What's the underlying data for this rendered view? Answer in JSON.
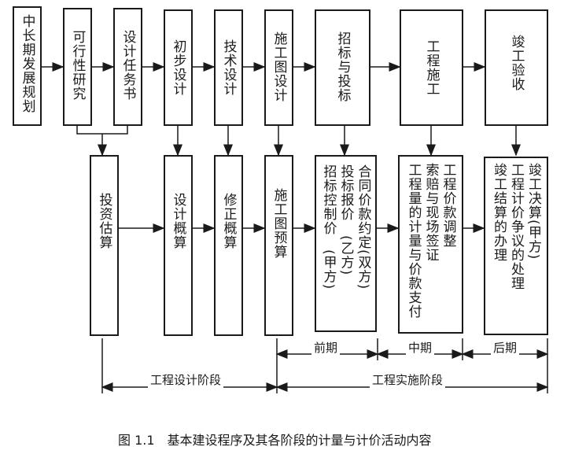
{
  "top_row": [
    {
      "label": "中长期发展规划"
    },
    {
      "label": "可行性研究"
    },
    {
      "label": "设计任务书"
    },
    {
      "label": "初步设计"
    },
    {
      "label": "技术设计"
    },
    {
      "label": "施工图设计"
    },
    {
      "label": "招标与投标"
    },
    {
      "label": "工程施工"
    },
    {
      "label": "竣工验收"
    }
  ],
  "bottom_row": [
    {
      "lines": [
        "投资估算"
      ]
    },
    {
      "lines": [
        "设计概算"
      ]
    },
    {
      "lines": [
        "修正概算"
      ]
    },
    {
      "lines": [
        "施工图预算"
      ]
    },
    {
      "lines": [
        "合同价款约定(双方)",
        "投标报价　(乙方)",
        "招标控制价　(甲方)"
      ]
    },
    {
      "lines": [
        "工程价款调整",
        "索赔与现场签证",
        "工程量的计量与价款支付"
      ]
    },
    {
      "lines": [
        "竣工决算(甲方)",
        "工程计价争议的处理",
        "竣工结算的办理"
      ]
    }
  ],
  "periods": {
    "early": "前期",
    "middle": "中期",
    "late": "后期"
  },
  "stages": {
    "design": "工程设计阶段",
    "implementation": "工程实施阶段"
  },
  "caption": "图 1.1　基本建设程序及其各阶段的计量与计价活动内容"
}
